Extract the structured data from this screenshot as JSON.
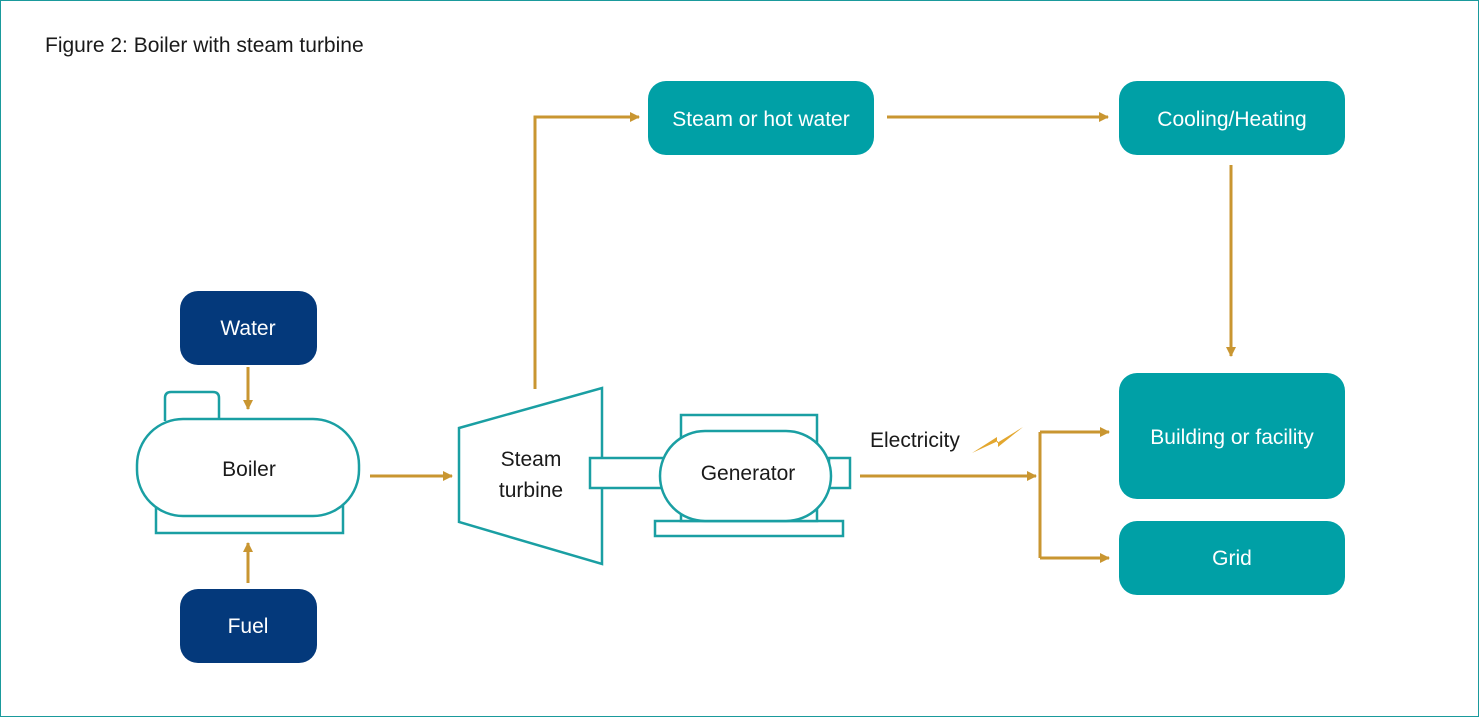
{
  "figure_title": "Figure 2: Boiler with steam turbine",
  "nodes": {
    "water": "Water",
    "fuel": "Fuel",
    "boiler": "Boiler",
    "turbine_line1": "Steam",
    "turbine_line2": "turbine",
    "generator": "Generator",
    "steam_hot_water": "Steam or hot water",
    "cooling_heating": "Cooling/Heating",
    "building": "Building or facility",
    "grid": "Grid"
  },
  "edge_labels": {
    "electricity": "Electricity"
  },
  "colors": {
    "teal": "#00a0a6",
    "navy": "#04397b",
    "arrow": "#c99631",
    "outline": "#1a9fa3",
    "lightning": "#e3a72f"
  },
  "icons": {
    "electricity": "lightning-bolt-icon"
  }
}
